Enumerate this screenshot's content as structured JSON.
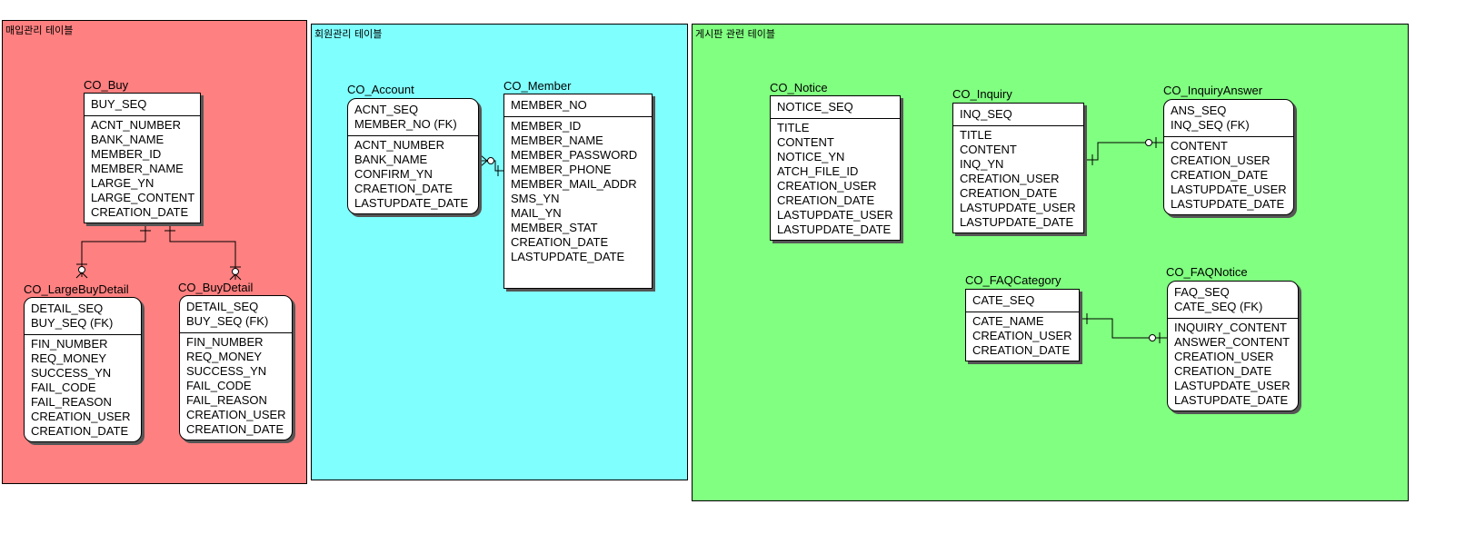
{
  "areas": {
    "purchase": {
      "title": "매입관리 테이블",
      "color": "#ff8080"
    },
    "member": {
      "title": "회원관리 테이블",
      "color": "#80ffff"
    },
    "board": {
      "title": "게시판 관련 테이블",
      "color": "#80ff80"
    }
  },
  "tables": {
    "co_buy": {
      "name": "CO_Buy",
      "keys": [
        "BUY_SEQ"
      ],
      "attrs": [
        "ACNT_NUMBER",
        "BANK_NAME",
        "MEMBER_ID",
        "MEMBER_NAME",
        "LARGE_YN",
        "LARGE_CONTENT",
        "CREATION_DATE"
      ]
    },
    "co_largebuydetail": {
      "name": "CO_LargeBuyDetail",
      "keys": [
        "DETAIL_SEQ",
        "BUY_SEQ (FK)"
      ],
      "attrs": [
        "FIN_NUMBER",
        "REQ_MONEY",
        "SUCCESS_YN",
        "FAIL_CODE",
        "FAIL_REASON",
        "CREATION_USER",
        "CREATION_DATE"
      ]
    },
    "co_buydetail": {
      "name": "CO_BuyDetail",
      "keys": [
        "DETAIL_SEQ",
        "BUY_SEQ (FK)"
      ],
      "attrs": [
        "FIN_NUMBER",
        "REQ_MONEY",
        "SUCCESS_YN",
        "FAIL_CODE",
        "FAIL_REASON",
        "CREATION_USER",
        "CREATION_DATE"
      ]
    },
    "co_account": {
      "name": "CO_Account",
      "keys": [
        "ACNT_SEQ",
        "MEMBER_NO (FK)"
      ],
      "attrs": [
        "ACNT_NUMBER",
        "BANK_NAME",
        "CONFIRM_YN",
        "CRAETION_DATE",
        "LASTUPDATE_DATE"
      ]
    },
    "co_member": {
      "name": "CO_Member",
      "keys": [
        "MEMBER_NO"
      ],
      "attrs": [
        "MEMBER_ID",
        "MEMBER_NAME",
        "MEMBER_PASSWORD",
        "MEMBER_PHONE",
        "MEMBER_MAIL_ADDR",
        "SMS_YN",
        "MAIL_YN",
        "MEMBER_STAT",
        "CREATION_DATE",
        "LASTUPDATE_DATE"
      ]
    },
    "co_notice": {
      "name": "CO_Notice",
      "keys": [
        "NOTICE_SEQ"
      ],
      "attrs": [
        "TITLE",
        "CONTENT",
        "NOTICE_YN",
        "ATCH_FILE_ID",
        "CREATION_USER",
        "CREATION_DATE",
        "LASTUPDATE_USER",
        "LASTUPDATE_DATE"
      ]
    },
    "co_inquiry": {
      "name": "CO_Inquiry",
      "keys": [
        "INQ_SEQ"
      ],
      "attrs": [
        "TITLE",
        "CONTENT",
        "INQ_YN",
        "CREATION_USER",
        "CREATION_DATE",
        "LASTUPDATE_USER",
        "LASTUPDATE_DATE"
      ]
    },
    "co_inquiryanswer": {
      "name": "CO_InquiryAnswer",
      "keys": [
        "ANS_SEQ",
        "INQ_SEQ (FK)"
      ],
      "attrs": [
        "CONTENT",
        "CREATION_USER",
        "CREATION_DATE",
        "LASTUPDATE_USER",
        "LASTUPDATE_DATE"
      ]
    },
    "co_faqcategory": {
      "name": "CO_FAQCategory",
      "keys": [
        "CATE_SEQ"
      ],
      "attrs": [
        "CATE_NAME",
        "CREATION_USER",
        "CREATION_DATE"
      ]
    },
    "co_faqnotice": {
      "name": "CO_FAQNotice",
      "keys": [
        "FAQ_SEQ",
        "CATE_SEQ (FK)"
      ],
      "attrs": [
        "INQUIRY_CONTENT",
        "ANSWER_CONTENT",
        "CREATION_USER",
        "CREATION_DATE",
        "LASTUPDATE_USER",
        "LASTUPDATE_DATE"
      ]
    }
  },
  "relationships": [
    {
      "parent": "CO_Buy",
      "child": "CO_LargeBuyDetail"
    },
    {
      "parent": "CO_Buy",
      "child": "CO_BuyDetail"
    },
    {
      "parent": "CO_Member",
      "child": "CO_Account"
    },
    {
      "parent": "CO_Inquiry",
      "child": "CO_InquiryAnswer"
    },
    {
      "parent": "CO_FAQCategory",
      "child": "CO_FAQNotice"
    }
  ]
}
